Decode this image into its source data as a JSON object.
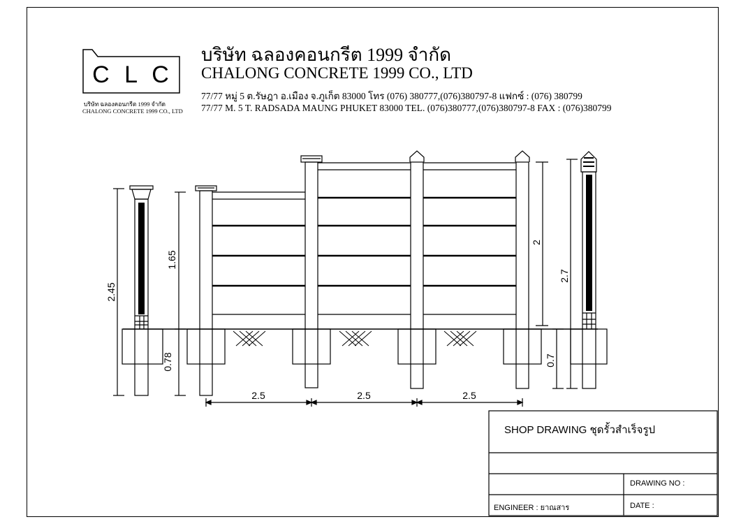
{
  "logo": {
    "letters": "C L C",
    "caption_th": "บริษัท ฉลองคอนกรีต 1999 จำกัด",
    "caption_en": "CHALONG CONCRETE 1999 CO., LTD"
  },
  "company": {
    "name_th": "บริษัท ฉลองคอนกรีต 1999 จำกัด",
    "name_en": "CHALONG CONCRETE  1999 CO., LTD",
    "address_th": "77/77 หมู่ 5  ต.รัษฎา อ.เมือง จ.ภูเก็ต 83000 โทร (076) 380777,(076)380797-8 แฟกซ์ : (076) 380799",
    "address_en": "77/77 M. 5 T. RADSADA MAUNG PHUKET 83000 TEL. (076)380777,(076)380797-8 FAX :  (076)380799"
  },
  "dimensions": {
    "left_height": "2.45",
    "low_panel_height": "1.65",
    "left_footing_depth": "0.78",
    "high_panel_height": "2",
    "right_height": "2.7",
    "right_footing_depth": "0.7",
    "span_1": "2.5",
    "span_2": "2.5",
    "span_3": "2.5"
  },
  "title_block": {
    "title": "SHOP DRAWING ชุดรั้วสำเร็จรูป",
    "drawing_no_label": "DRAWING NO  :",
    "engineer_label": "ENGINEER : ",
    "engineer_name": "ยาณสาร",
    "date_label": "DATE  :"
  }
}
